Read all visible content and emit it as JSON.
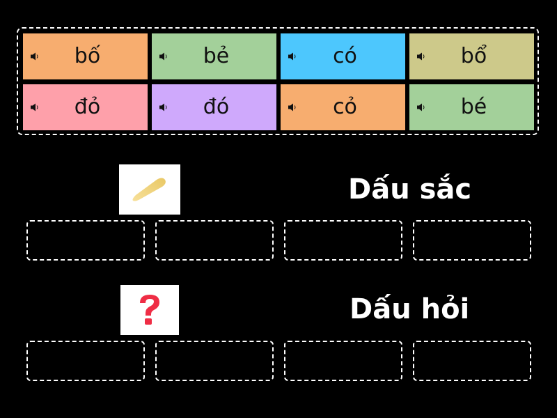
{
  "tray": {
    "tiles": [
      {
        "word": "bố",
        "color": "#f7ad6f",
        "icon": "speaker-icon"
      },
      {
        "word": "bẻ",
        "color": "#a3d09a",
        "icon": "speaker-icon"
      },
      {
        "word": "có",
        "color": "#4dc7fd",
        "icon": "speaker-icon"
      },
      {
        "word": "bổ",
        "color": "#cdc98a",
        "icon": "speaker-icon"
      },
      {
        "word": "đỏ",
        "color": "#fea0aa",
        "icon": "speaker-icon"
      },
      {
        "word": "đó",
        "color": "#cfa9fc",
        "icon": "speaker-icon"
      },
      {
        "word": "cỏ",
        "color": "#f7ad6f",
        "icon": "speaker-icon"
      },
      {
        "word": "bé",
        "color": "#a3d09a",
        "icon": "speaker-icon"
      }
    ]
  },
  "categories": [
    {
      "label": "Dấu sắc",
      "image": "acute-accent-stroke-image",
      "image_color": "#f3d67a"
    },
    {
      "label": "Dấu hỏi",
      "image": "question-mark-image",
      "image_color": "#ef2d45"
    }
  ]
}
